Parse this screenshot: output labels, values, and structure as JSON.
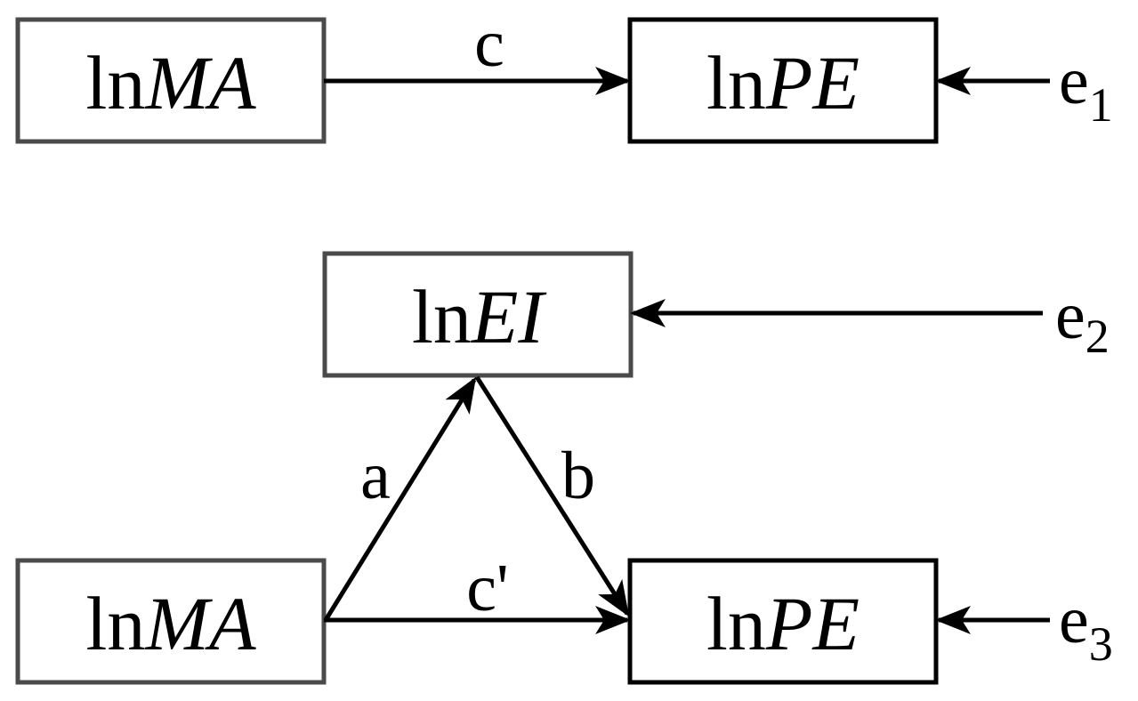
{
  "model_total": {
    "source": {
      "prefix": "ln",
      "var": "MA"
    },
    "target": {
      "prefix": "ln",
      "var": "PE"
    },
    "path_label": "c",
    "error": {
      "base": "e",
      "sub": "1"
    }
  },
  "model_mediation": {
    "mediator": {
      "prefix": "ln",
      "var": "EI"
    },
    "source": {
      "prefix": "ln",
      "var": "MA"
    },
    "target": {
      "prefix": "ln",
      "var": "PE"
    },
    "path_a": "a",
    "path_b": "b",
    "path_c_prime": "c'",
    "mediator_error": {
      "base": "e",
      "sub": "2"
    },
    "target_error": {
      "base": "e",
      "sub": "3"
    }
  }
}
